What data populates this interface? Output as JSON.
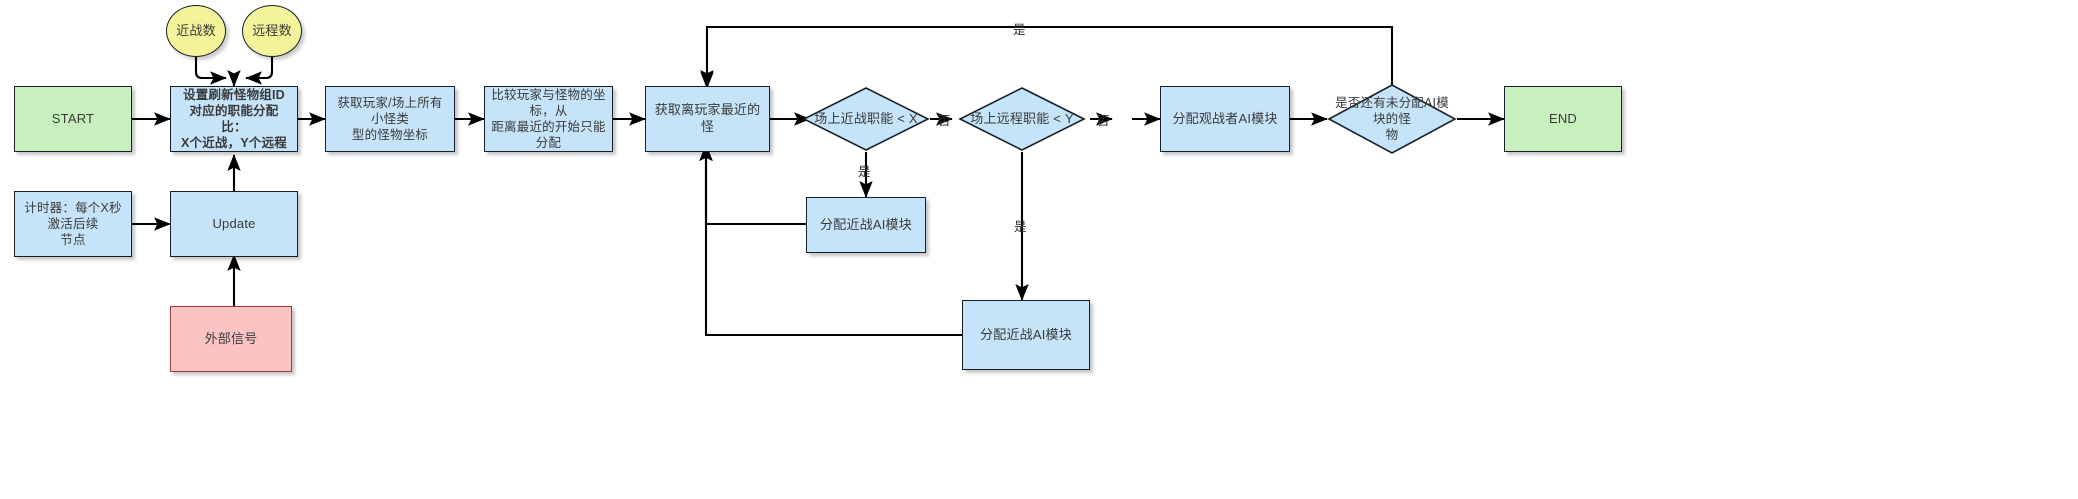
{
  "diagram": {
    "type": "flowchart",
    "title": "",
    "orientation": "left-to-right",
    "palette": {
      "start_end_fill": "#c8f0bf",
      "process_fill": "#c5e4f9",
      "decision_fill": "#c5e4f9",
      "signal_fill": "#fac4c4",
      "data_fill": "#f3f39a",
      "stroke": "#17202a",
      "text": "#3a3a3a"
    },
    "nodes": [
      {
        "id": "start",
        "shape": "rect",
        "fill": "green",
        "label": "START"
      },
      {
        "id": "melee_count",
        "shape": "ellipse",
        "fill": "yellow",
        "label": "近战数"
      },
      {
        "id": "ranged_count",
        "shape": "ellipse",
        "fill": "yellow",
        "label": "远程数"
      },
      {
        "id": "set_ratio",
        "shape": "rect",
        "fill": "blue",
        "label": "设置刷新怪物组ID\n对应的职能分配比：\nX个近战，Y个远程"
      },
      {
        "id": "timer",
        "shape": "rect",
        "fill": "blue",
        "label": "计时器：每个X秒激活后续\n节点"
      },
      {
        "id": "update",
        "shape": "rect",
        "fill": "blue",
        "label": "Update"
      },
      {
        "id": "external",
        "shape": "rect",
        "fill": "pink",
        "label": "外部信号"
      },
      {
        "id": "get_mobs",
        "shape": "rect",
        "fill": "blue",
        "label": "获取玩家/场上所有小怪类\n型的怪物坐标"
      },
      {
        "id": "compare",
        "shape": "rect",
        "fill": "blue",
        "label": "比较玩家与怪物的坐标，从\n距离最近的开始只能分配"
      },
      {
        "id": "get_nearest",
        "shape": "rect",
        "fill": "blue",
        "label": "获取离玩家最近的怪"
      },
      {
        "id": "check_melee",
        "shape": "diamond",
        "fill": "blue",
        "label": "场上近战职能 < X"
      },
      {
        "id": "check_ranged",
        "shape": "diamond",
        "fill": "blue",
        "label": "场上远程职能 < Y"
      },
      {
        "id": "assign_melee_top",
        "shape": "rect",
        "fill": "blue",
        "label": "分配近战AI模块"
      },
      {
        "id": "assign_melee_bottom",
        "shape": "rect",
        "fill": "blue",
        "label": "分配近战AI模块"
      },
      {
        "id": "assign_spectator",
        "shape": "rect",
        "fill": "blue",
        "label": "分配观战者AI模块"
      },
      {
        "id": "check_remaining",
        "shape": "diamond",
        "fill": "blue",
        "label": "是否还有未分配AI模块的怪\n物"
      },
      {
        "id": "end",
        "shape": "rect",
        "fill": "green",
        "label": "END"
      }
    ],
    "edge_labels": [
      {
        "id": "yes-top",
        "label": "是"
      },
      {
        "id": "no-melee",
        "label": "否"
      },
      {
        "id": "no-ranged",
        "label": "否"
      },
      {
        "id": "yes-melee-branch",
        "label": "是"
      },
      {
        "id": "yes-ranged-branch",
        "label": "是"
      }
    ]
  }
}
